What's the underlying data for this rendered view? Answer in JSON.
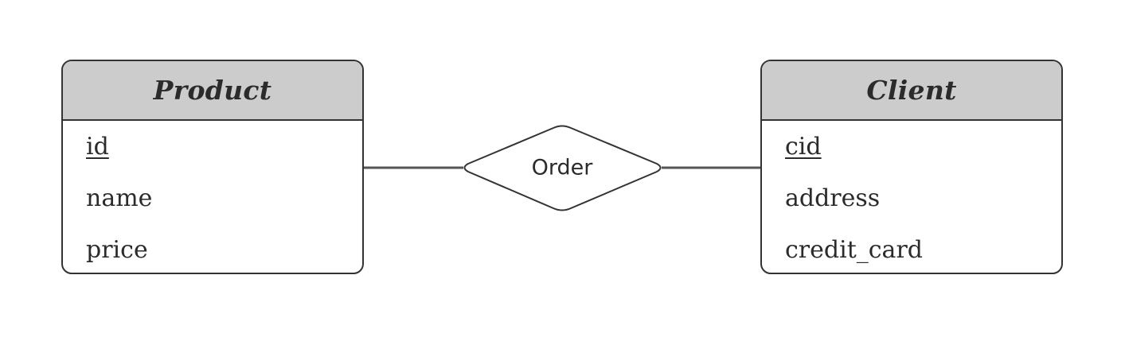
{
  "diagram": {
    "entities": [
      {
        "name": "Product",
        "attributes": [
          {
            "label": "id",
            "primary_key": true
          },
          {
            "label": "name",
            "primary_key": false
          },
          {
            "label": "price",
            "primary_key": false
          }
        ]
      },
      {
        "name": "Client",
        "attributes": [
          {
            "label": "cid",
            "primary_key": true
          },
          {
            "label": "address",
            "primary_key": false
          },
          {
            "label": "credit_card",
            "primary_key": false
          }
        ]
      }
    ],
    "relationship": {
      "label": "Order"
    },
    "colors": {
      "header_fill": "#cccccc",
      "stroke": "#333333",
      "connector": "#555555",
      "text": "#2b2b2b",
      "background": "#ffffff"
    }
  }
}
